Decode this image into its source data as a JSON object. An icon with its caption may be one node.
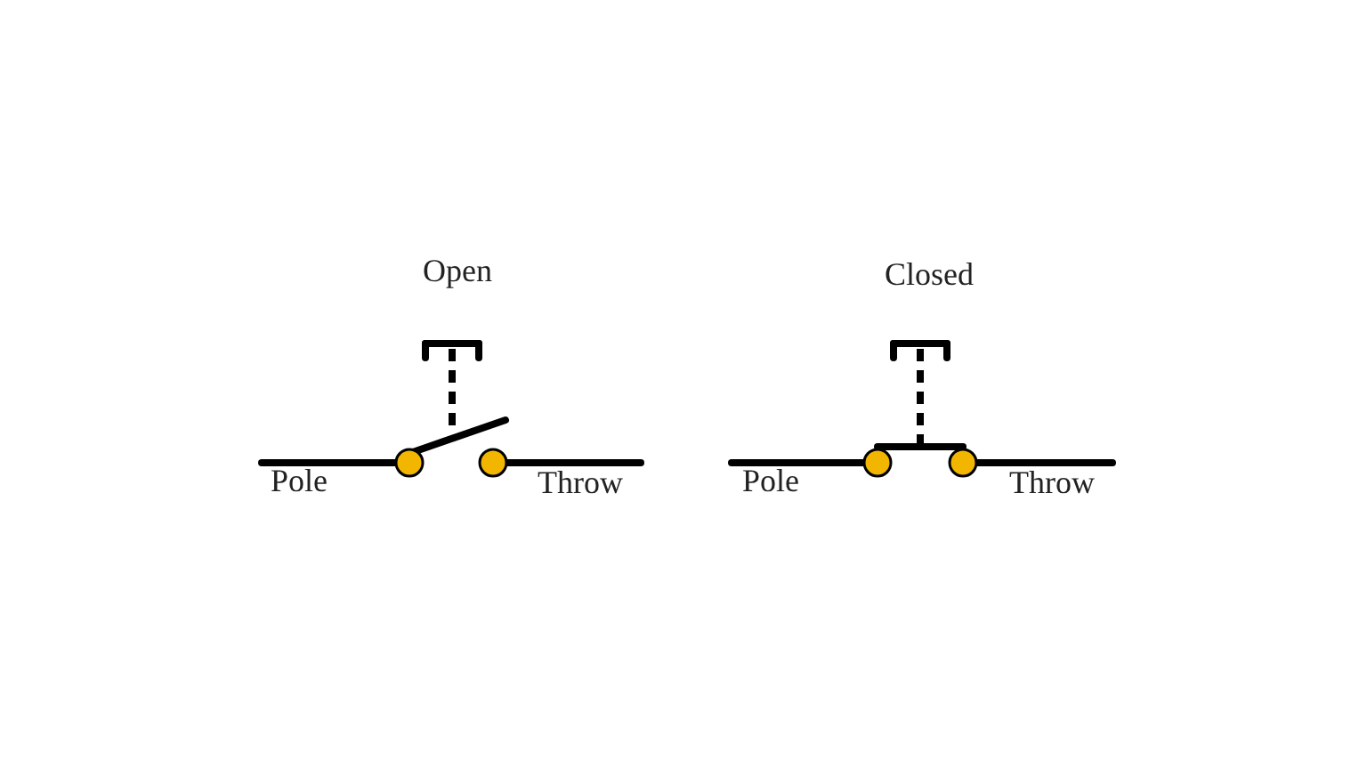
{
  "diagram": {
    "labels": [
      "Open",
      "Closed",
      "Pole",
      "Throw",
      "Pole",
      "Throw"
    ]
  }
}
